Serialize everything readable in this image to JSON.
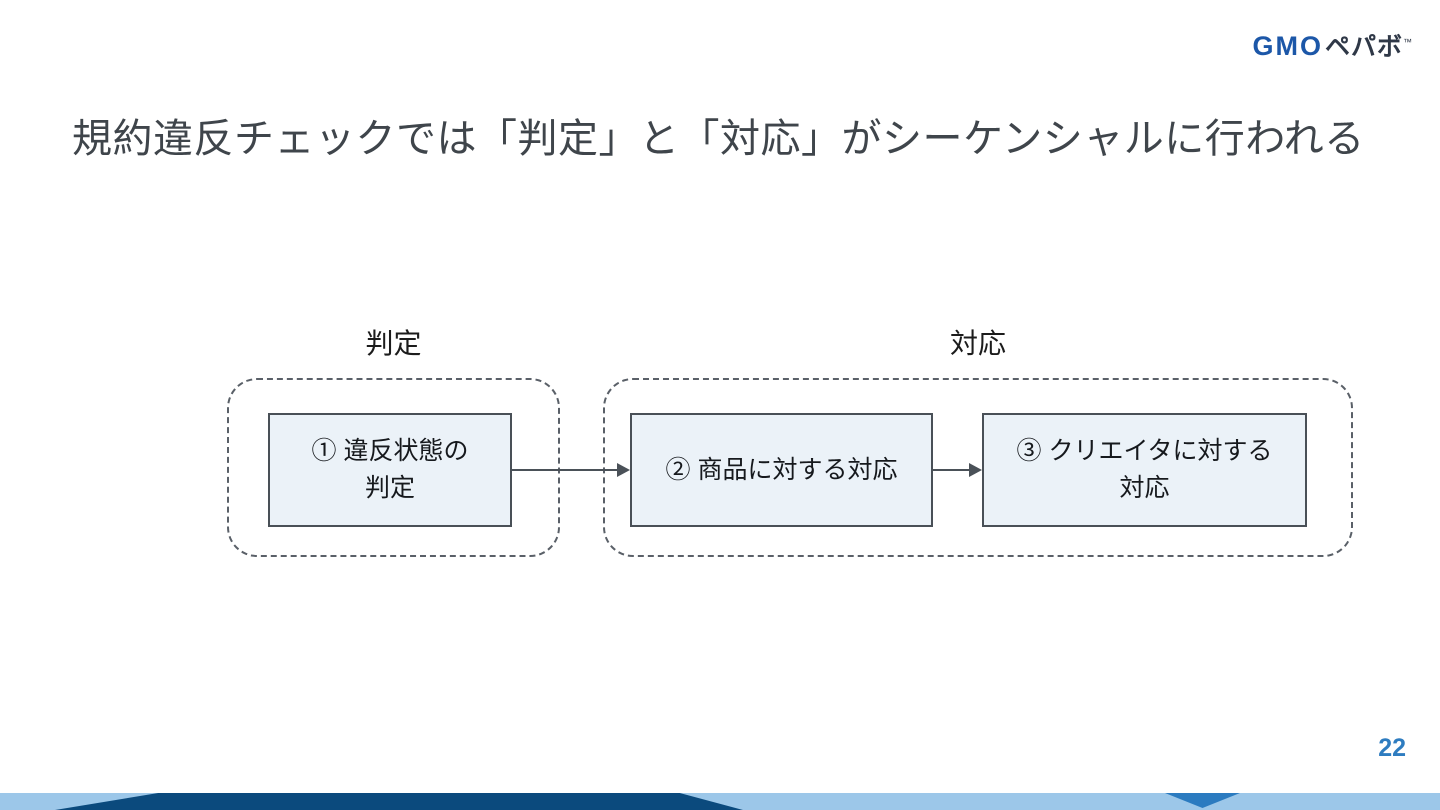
{
  "logo": {
    "gmo": "GMO",
    "pepabo": "ペパボ",
    "mark": "™"
  },
  "title": "規約違反チェックでは「判定」と「対応」がシーケンシャルに行われる",
  "diagram": {
    "groups": [
      {
        "label": "判定"
      },
      {
        "label": "対応"
      }
    ],
    "steps": [
      {
        "lines": [
          "① 違反状態の",
          "判定"
        ]
      },
      {
        "lines": [
          "② 商品に対する対応"
        ]
      },
      {
        "lines": [
          "③ クリエイタに対する",
          "対応"
        ]
      }
    ],
    "flow": "step1 -> step2 -> step3"
  },
  "footer": {
    "page_number": "22"
  },
  "colors": {
    "box_fill": "#ebf2f8",
    "box_border": "#495057",
    "dashed_border": "#5a6068",
    "arrow": "#4a5158",
    "title_text": "#3f454b",
    "page_number": "#2e7cc0",
    "footer_light_blue": "#9cc7e9",
    "footer_navy": "#0b4a7d",
    "footer_accent_blue": "#2b7bc0",
    "logo_blue": "#1c57a8",
    "logo_dark": "#2f3847"
  }
}
